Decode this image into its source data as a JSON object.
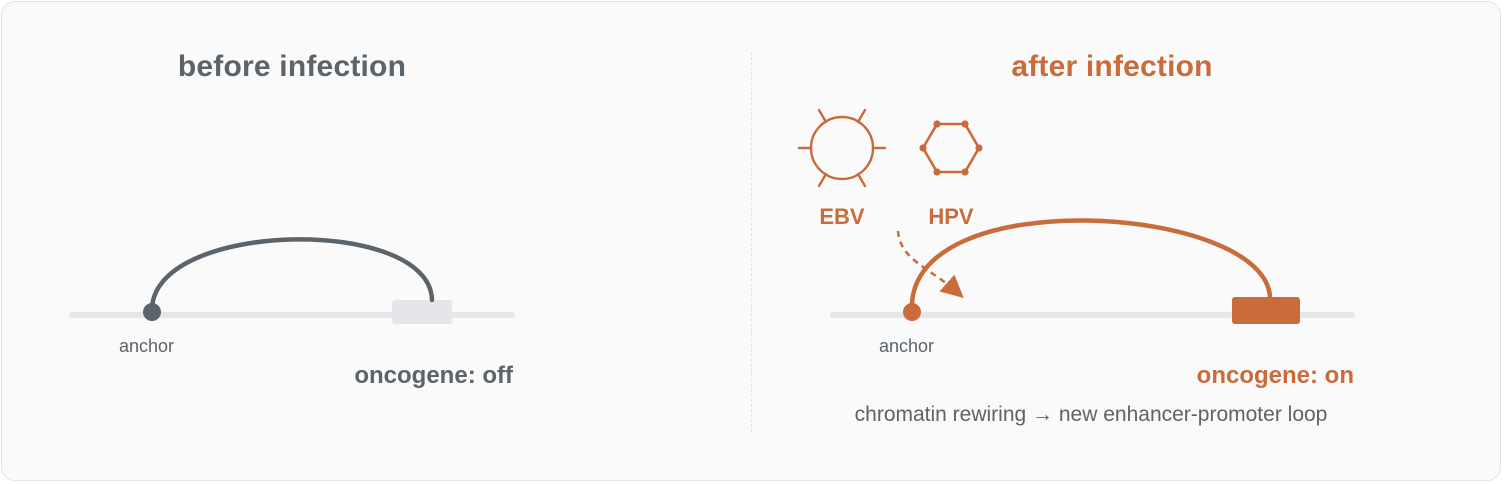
{
  "panels": {
    "before": {
      "title": "before infection",
      "anchor_label": "anchor",
      "oncogene_state": "oncogene: off"
    },
    "after": {
      "title": "after infection",
      "anchor_label": "anchor",
      "oncogene_state": "oncogene: on",
      "viruses": [
        {
          "label": "EBV",
          "icon": "ebv-virus-icon"
        },
        {
          "label": "HPV",
          "icon": "hpv-virus-icon"
        }
      ],
      "caption": "chromatin rewiring → new enhancer-promoter loop"
    }
  },
  "colors": {
    "neutral": "#5b636b",
    "accent": "#c96b3b",
    "track": "#e4e6e9",
    "gene_off": "#e4e6e9",
    "gene_on": "#c96b3b"
  }
}
